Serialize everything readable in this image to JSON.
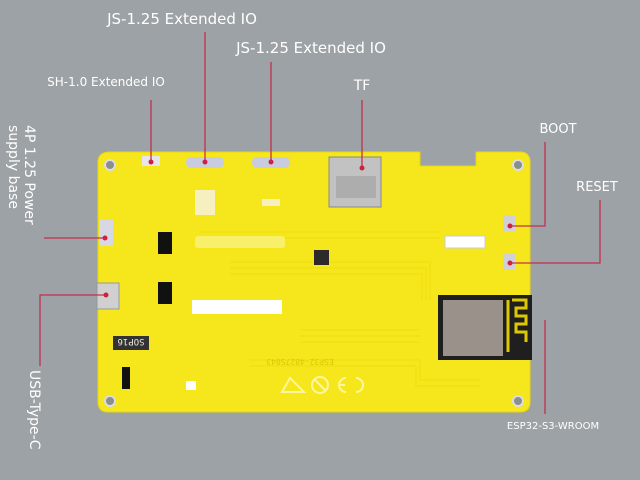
{
  "labels": {
    "js_io_1": "JS-1.25 Extended IO",
    "js_io_2": "JS-1.25 Extended IO",
    "sh_io": "SH-1.0 Extended IO",
    "tf": "TF",
    "boot": "BOOT",
    "reset": "RESET",
    "power": "4P 1.25 Power supply base",
    "usb": "USB-Type-C",
    "module": "ESP32-S3-WROOM"
  },
  "silkscreen": {
    "chip": "SOP16",
    "board_id": "ESP32-4827S043"
  },
  "colors": {
    "board": "#f6e61c",
    "background": "#9da2a6",
    "leader": "#c4304c"
  }
}
